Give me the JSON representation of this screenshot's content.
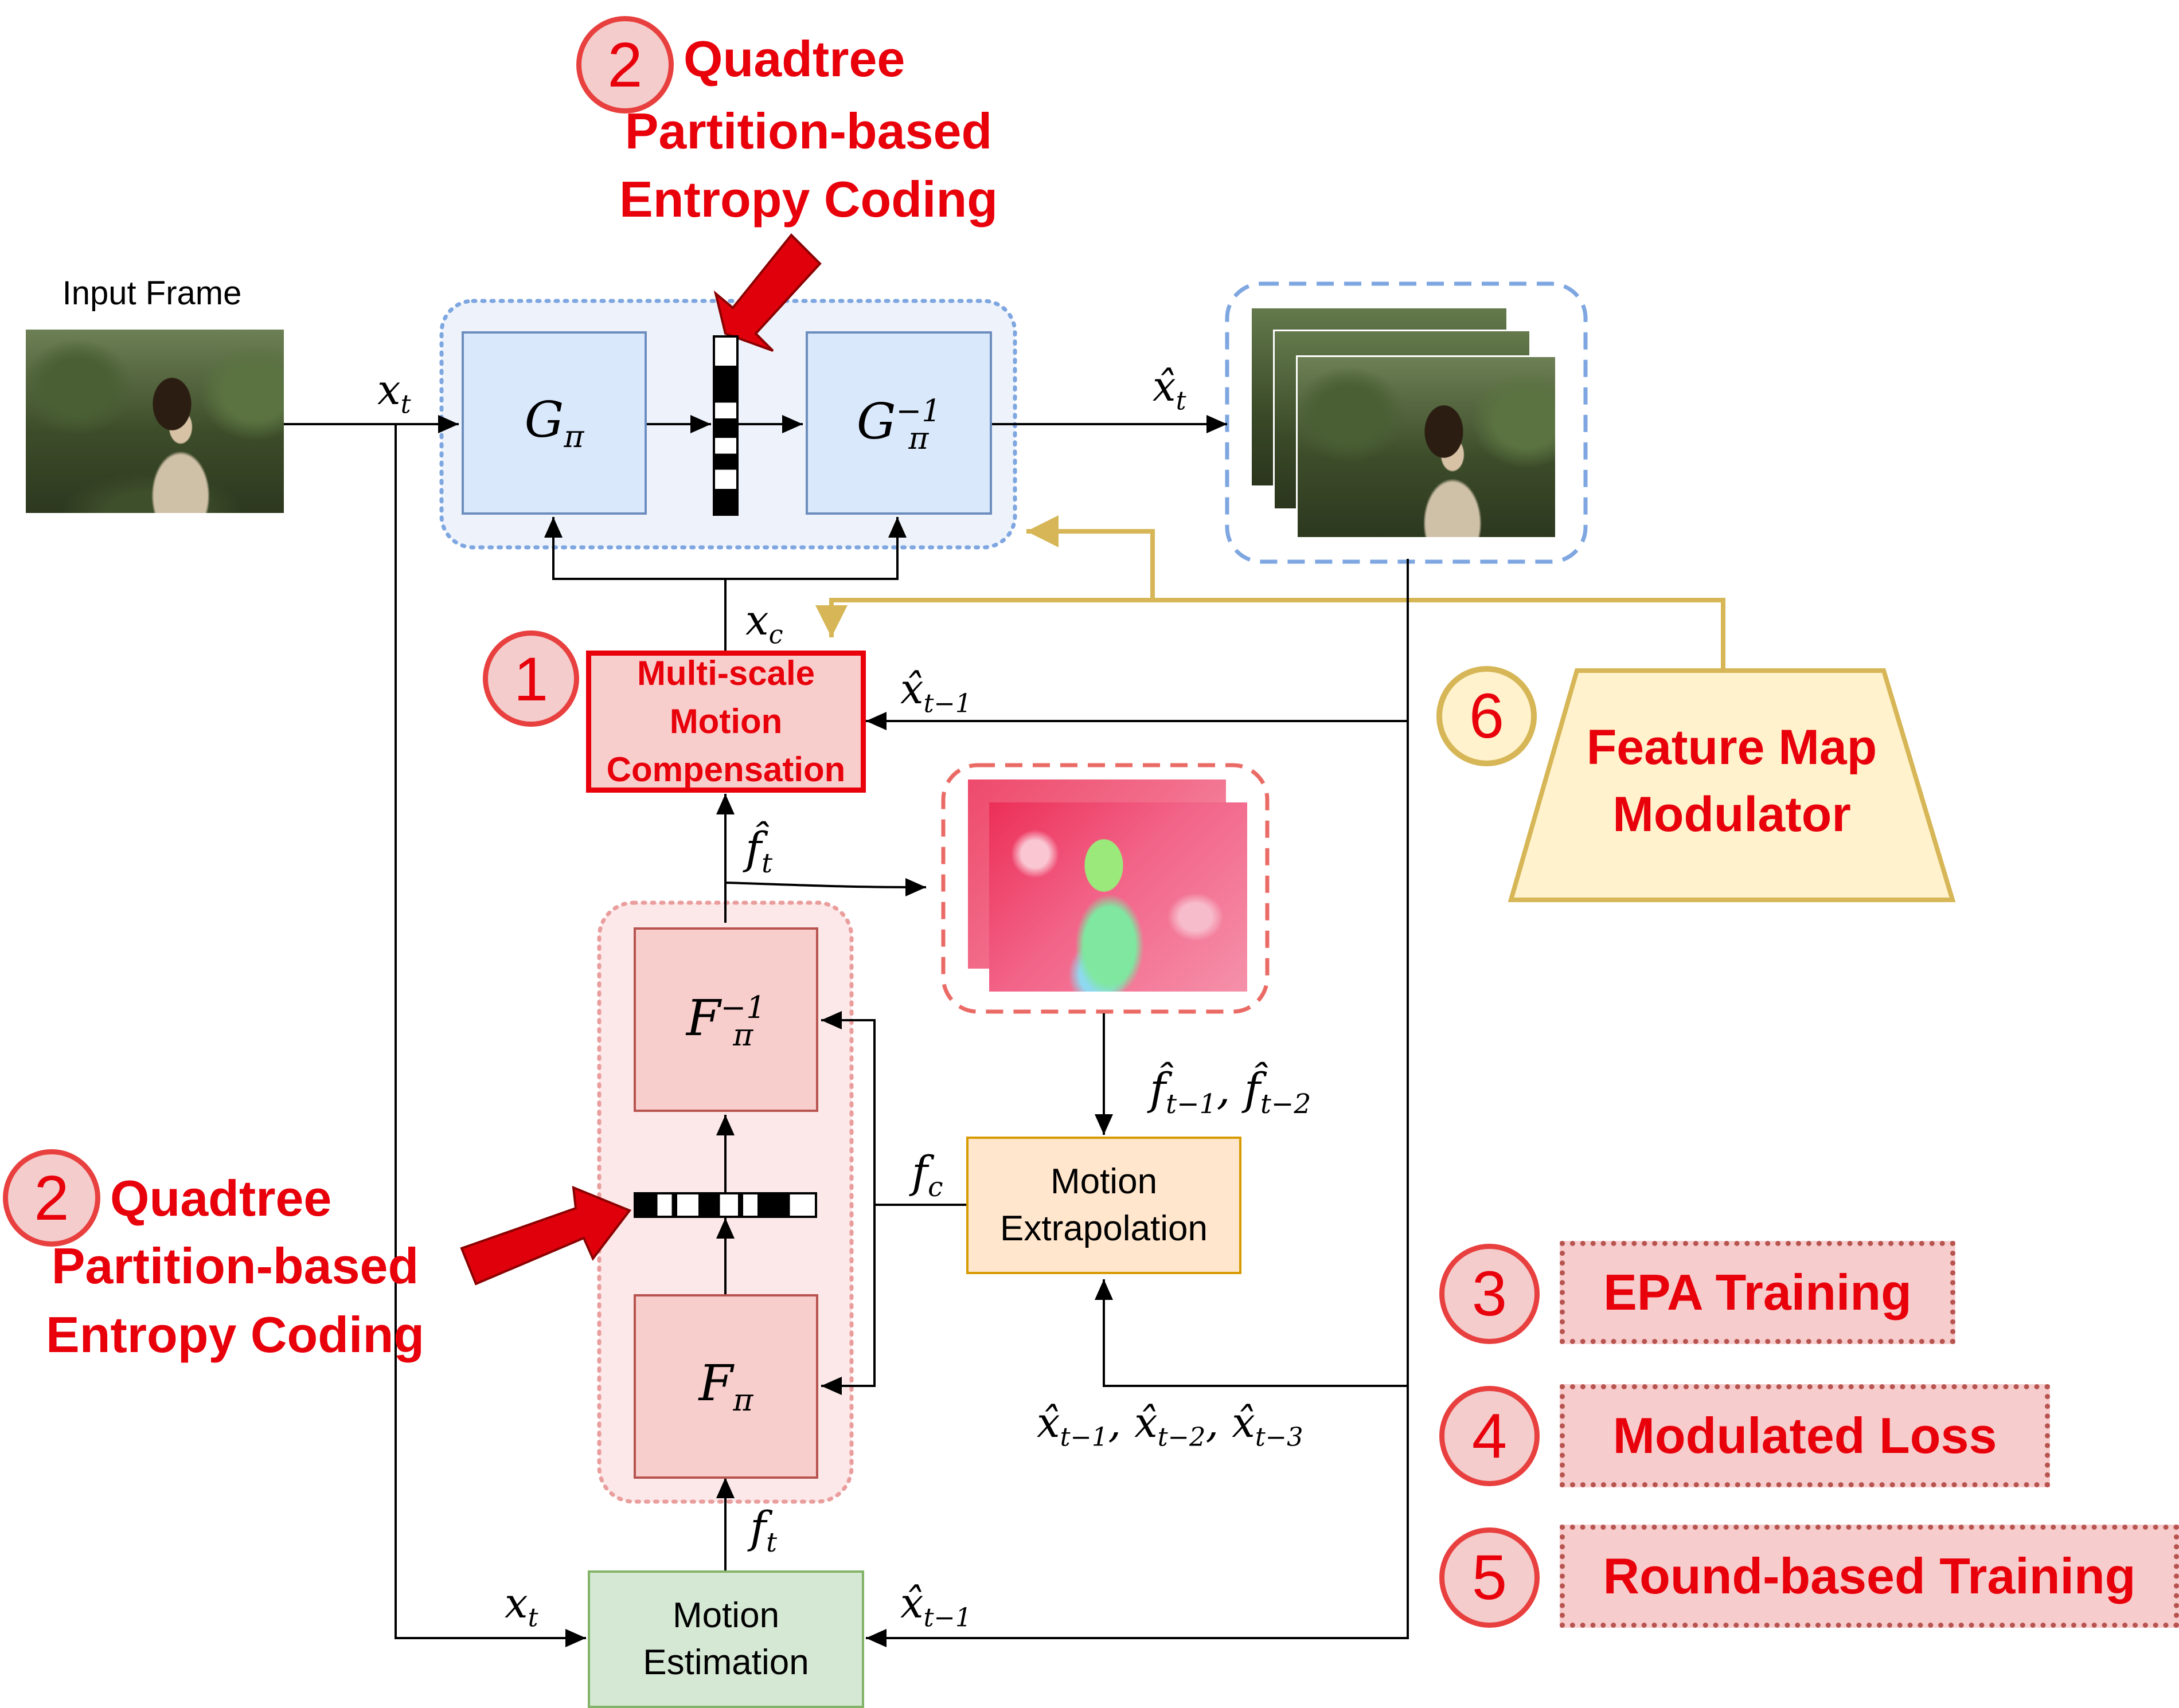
{
  "input_frame": {
    "label": "Input Frame"
  },
  "symbols": {
    "x_t": "x",
    "x_t_sub": "t",
    "x_hat_t": "x̂",
    "x_hat_t_sub": "t",
    "x_c": "x",
    "x_c_sub": "c",
    "x_hat_t1": "x̂",
    "x_hat_t1_sub": "t−1",
    "f_hat_t": "f̂",
    "f_hat_t_sub": "t",
    "f_t": "f",
    "f_t_sub": "t",
    "f_c": "f",
    "f_c_sub": "c",
    "f_hat_pair": "f̂",
    "f_hat_pair_sub1": "t−1",
    "f_hat_pair_sep": ", ",
    "f_hat_pair_sub2": "t−2",
    "x_hat_triple": "x̂",
    "x_hat_triple_sub1": "t−1",
    "x_hat_triple_sub2": "t−2",
    "x_hat_triple_sub3": "t−3",
    "sep": ", "
  },
  "blocks": {
    "g_pi": {
      "base": "G",
      "sub": "π"
    },
    "g_pi_inv": {
      "base": "G",
      "sub": "π",
      "sup": "−1"
    },
    "f_pi": {
      "base": "F",
      "sub": "π"
    },
    "f_pi_inv": {
      "base": "F",
      "sub": "π",
      "sup": "−1"
    },
    "mmc": {
      "line1": "Multi-scale",
      "line2": "Motion",
      "line3": "Compensation"
    },
    "motion_extrapolation": {
      "line1": "Motion",
      "line2": "Extrapolation"
    },
    "motion_estimation": {
      "line1": "Motion",
      "line2": "Estimation"
    },
    "feature_map_modulator": {
      "line1": "Feature Map",
      "line2": "Modulator"
    }
  },
  "annotations": {
    "qpec_top": {
      "number": "2",
      "line1": "Quadtree",
      "line2": "Partition-based",
      "line3": "Entropy Coding"
    },
    "qpec_left": {
      "number": "2",
      "line1": "Quadtree",
      "line2": "Partition-based",
      "line3": "Entropy Coding"
    },
    "mmc_number": "1",
    "fmm_number": "6"
  },
  "legend": [
    {
      "number": "3",
      "label": "EPA Training"
    },
    {
      "number": "4",
      "label": "Modulated Loss"
    },
    {
      "number": "5",
      "label": "Round-based Training"
    }
  ],
  "colors": {
    "red": "#e8000b",
    "blue_fill": "#dae8fc",
    "blue_border": "#6c8ebf",
    "pink_fill": "#f8cecc",
    "pink_border": "#b85450",
    "orange_fill": "#ffe6cc",
    "orange_border": "#d79b00",
    "green_fill": "#d5e8d4",
    "green_border": "#82b366",
    "yellow_fill": "#fff2cc",
    "gold_line": "#d6b656"
  }
}
